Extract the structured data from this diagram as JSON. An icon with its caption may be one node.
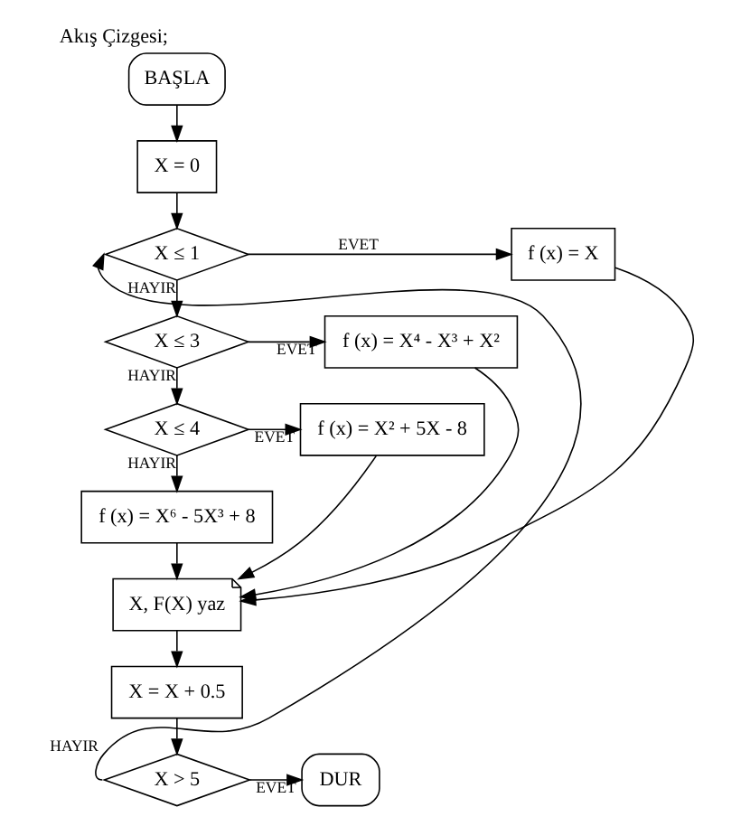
{
  "diagram": {
    "title": "Akış Çizgesi;",
    "nodes": [
      {
        "text": [
          "BAŞLA"
        ]
      },
      {
        "text": [
          "X = 0"
        ]
      },
      {
        "text": [
          "X ≤ 1"
        ]
      },
      {
        "text": [
          "f (x) = X"
        ]
      },
      {
        "text": [
          "X ≤ 3"
        ]
      },
      {
        "text": [
          "f (x) = X⁴ - X³ + X²"
        ]
      },
      {
        "text": [
          "X ≤ 4"
        ]
      },
      {
        "text": [
          "f (x) = X² + 5X - 8"
        ]
      },
      {
        "text": [
          "f (x) = X⁶ - 5X³ + 8"
        ]
      },
      {
        "text": [
          "X, F(X) yaz"
        ]
      },
      {
        "text": [
          "X = X + 0.5"
        ]
      },
      {
        "text": [
          "X > 5"
        ]
      },
      {
        "text": [
          "DUR"
        ]
      }
    ],
    "edges": [
      {
        "from": 0,
        "to": 1,
        "arrow": "to"
      },
      {
        "from": 1,
        "to": 2,
        "arrow": "to"
      },
      {
        "from": 2,
        "to": 3,
        "arrow": "to",
        "label": "EVET"
      },
      {
        "from": 2,
        "to": 4,
        "arrow": "to",
        "label": "HAYIR"
      },
      {
        "from": 4,
        "to": 5,
        "arrow": "to",
        "label": "EVET"
      },
      {
        "from": 4,
        "to": 6,
        "arrow": "to",
        "label": "HAYIR"
      },
      {
        "from": 6,
        "to": 7,
        "arrow": "to",
        "label": "EVET"
      },
      {
        "from": 6,
        "to": 8,
        "arrow": "to",
        "label": "HAYIR"
      },
      {
        "from": 3,
        "to": 9,
        "arrow": "to"
      },
      {
        "from": 5,
        "to": 9,
        "arrow": "to"
      },
      {
        "from": 7,
        "to": 9,
        "arrow": "to"
      },
      {
        "from": 8,
        "to": 9,
        "arrow": "to"
      },
      {
        "from": 9,
        "to": 10,
        "arrow": "to"
      },
      {
        "from": 10,
        "to": 11,
        "arrow": "to"
      },
      {
        "from": 11,
        "to": 12,
        "arrow": "to",
        "label": "EVET"
      },
      {
        "from": 11,
        "to": 2,
        "arrow": "to",
        "label": "HAYIR"
      }
    ]
  }
}
